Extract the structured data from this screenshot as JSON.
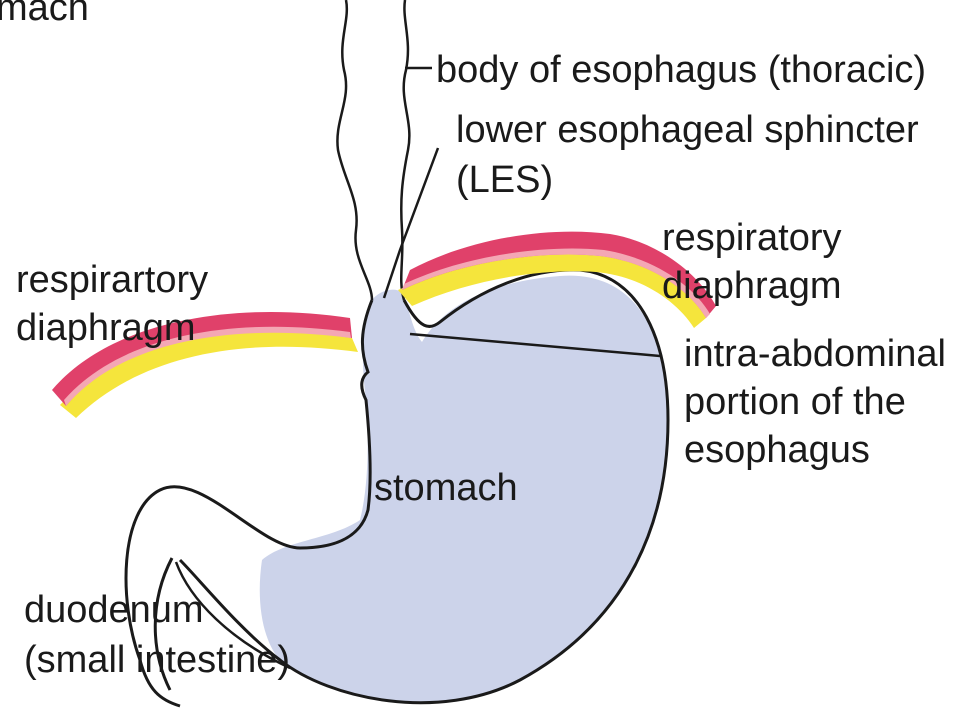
{
  "diagram": {
    "title_fragment": "mach",
    "labels": {
      "body_esophagus": "body of esophagus (thoracic)",
      "les_line1": "lower esophageal sphincter",
      "les_line2": "(LES)",
      "diaphragm_right_line1": "respiratory",
      "diaphragm_right_line2": "diaphragm",
      "diaphragm_left_line1": "respirartory",
      "diaphragm_left_line2": "diaphragm",
      "intra_line1": "intra-abdominal",
      "intra_line2": "portion of the",
      "intra_line3": "esophagus",
      "stomach": "stomach",
      "duodenum_line1": "duodenum",
      "duodenum_line2": "(small intestine)"
    },
    "colors": {
      "stomach_fill": "#ccd3ea",
      "diaphragm_red": "#e0416a",
      "diaphragm_pink": "#f4a7b4",
      "diaphragm_yellow": "#f5e53c",
      "outline": "#1a1a1a"
    }
  }
}
